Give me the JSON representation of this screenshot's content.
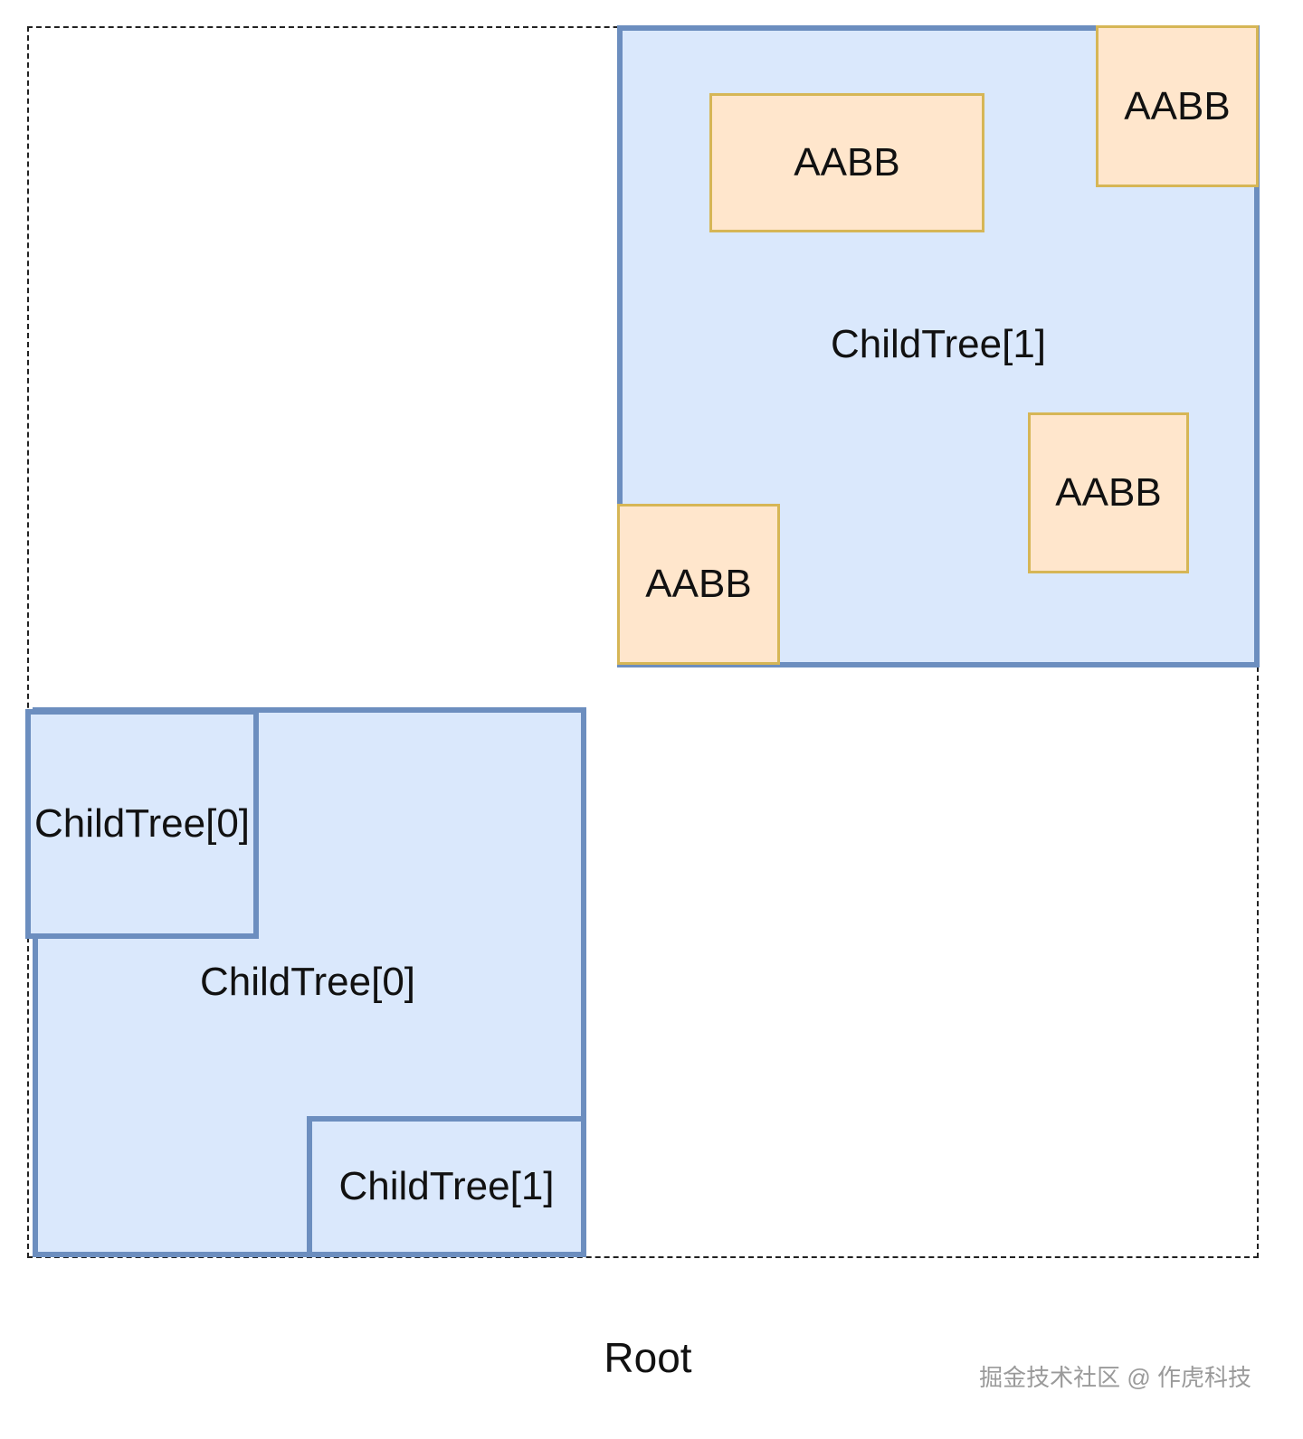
{
  "colors": {
    "tree_fill": "#dae8fc",
    "tree_border": "#6c8ebf",
    "aabb_fill": "#ffe6cc",
    "aabb_border": "#d6b656",
    "root_border": "#222222"
  },
  "root": {
    "label": "Root"
  },
  "child_tree_0": {
    "label": "ChildTree[0]",
    "children": [
      {
        "label": "ChildTree[0]"
      },
      {
        "label": "ChildTree[1]"
      }
    ]
  },
  "child_tree_1": {
    "label": "ChildTree[1]",
    "aabbs": [
      {
        "label": "AABB"
      },
      {
        "label": "AABB"
      },
      {
        "label": "AABB"
      },
      {
        "label": "AABB"
      }
    ]
  },
  "watermark": "掘金技术社区 @ 作虎科技"
}
